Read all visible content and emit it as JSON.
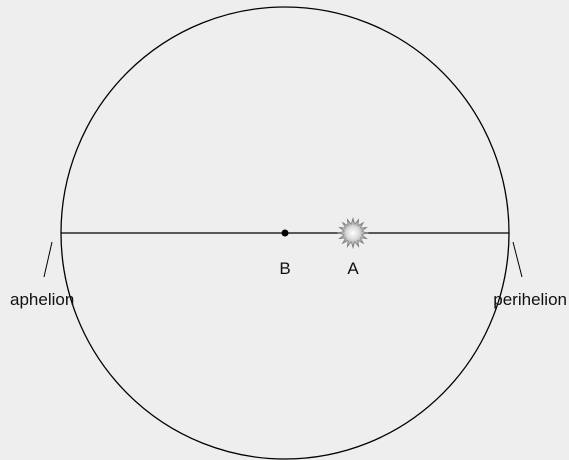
{
  "diagram": {
    "labels": {
      "point_b": "B",
      "point_a": "A",
      "aphelion": "aphelion",
      "perihelion": "perihelion"
    },
    "colors": {
      "background": "#eeeeee",
      "stroke": "#000000",
      "text": "#111111",
      "star_core": "#ffffff",
      "star_edge": "#6e6e6e"
    },
    "icons": {
      "star": "sun-star-icon",
      "center": "dot-icon"
    }
  }
}
